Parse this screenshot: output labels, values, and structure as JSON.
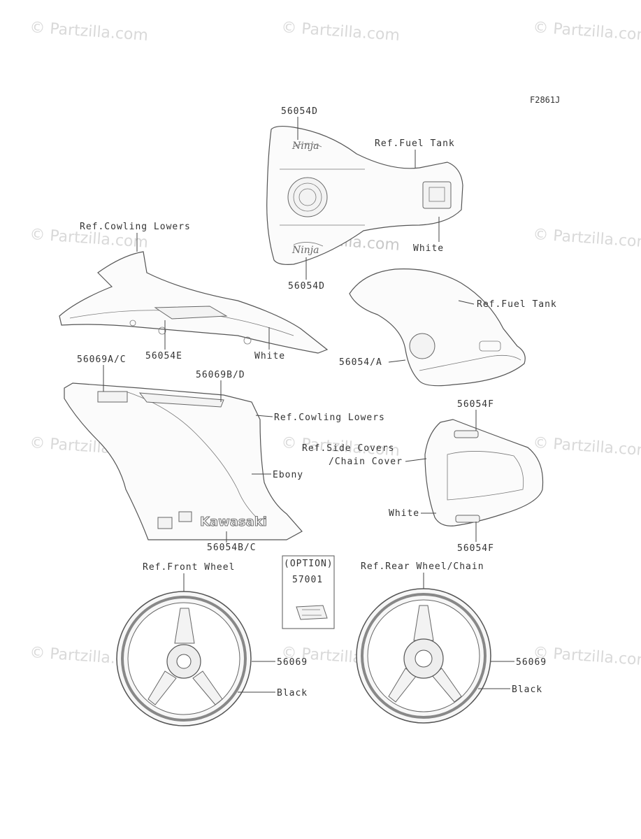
{
  "diagram_code": "F2861J",
  "watermark": "© Partzilla.com",
  "option_box": {
    "title": "(OPTION)",
    "part": "57001"
  },
  "labels": {
    "tank_top": "56054D",
    "tank_bottom": "56054D",
    "ref_fuel_tank_1": "Ref.Fuel Tank",
    "white_tank": "White",
    "ref_cowling_lowers_1": "Ref.Cowling Lowers",
    "part_56054E": "56054E",
    "white_cowl": "White",
    "ref_fuel_tank_2": "Ref.Fuel Tank",
    "part_56054A": "56054/A",
    "part_56069AC": "56069A/C",
    "part_56069BD": "56069B/D",
    "ref_cowling_lowers_2": "Ref.Cowling Lowers",
    "ebony": "Ebony",
    "part_56054BC": "56054B/C",
    "part_56054F_top": "56054F",
    "ref_side_covers": "Ref.Side Covers",
    "chain_cover": "/Chain Cover",
    "white_side": "White",
    "part_56054F_bottom": "56054F",
    "ref_front_wheel": "Ref.Front Wheel",
    "ref_rear_wheel": "Ref.Rear Wheel/Chain",
    "front_56069": "56069",
    "front_black": "Black",
    "rear_56069": "56069",
    "rear_black": "Black",
    "decal_kawasaki": "Kawasaki"
  }
}
